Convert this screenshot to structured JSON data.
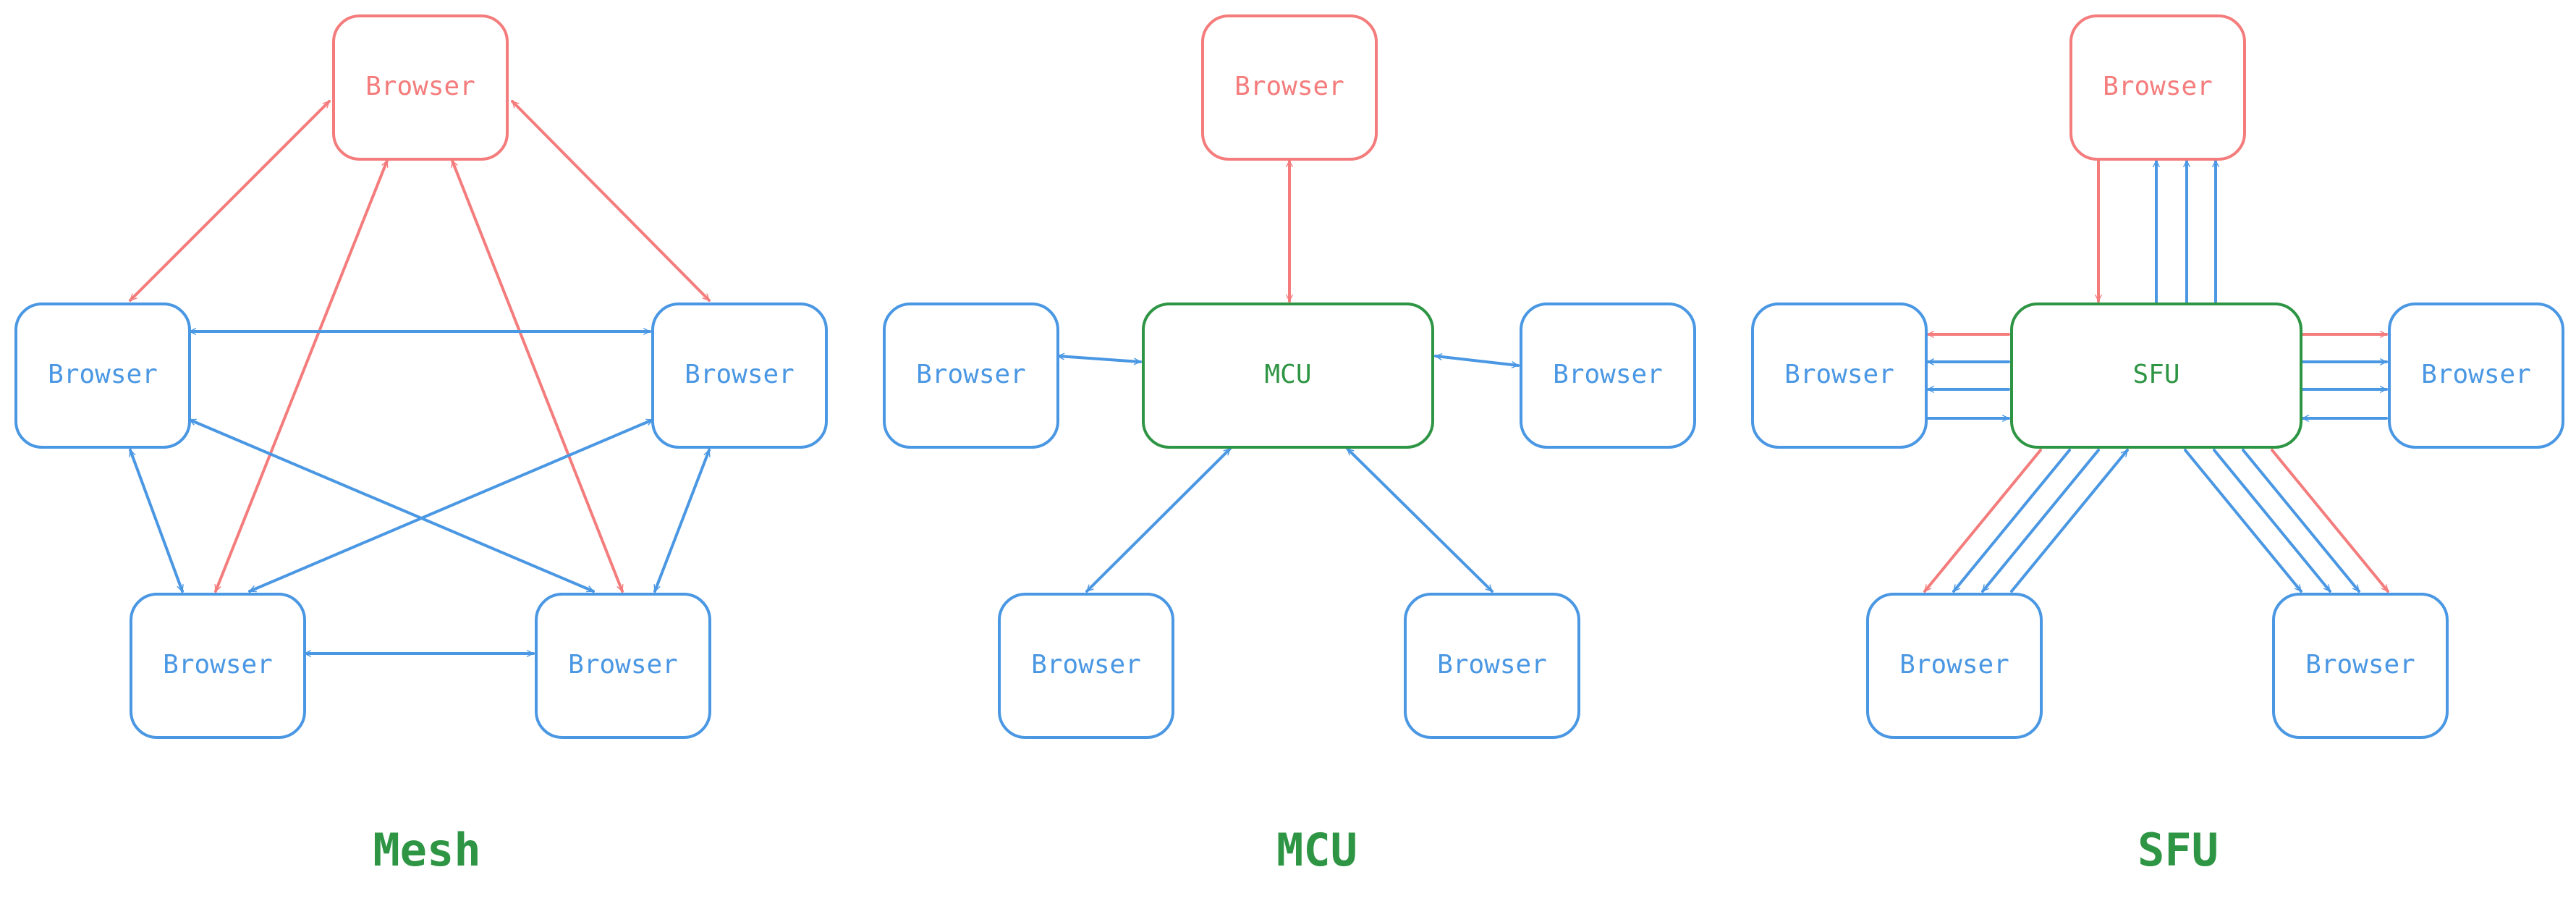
{
  "colors": {
    "red": "#f47c7c",
    "blue": "#4a97e3",
    "green": "#2e9544"
  },
  "diagrams": [
    {
      "title": "Mesh",
      "nodes": [
        {
          "id": "m_top",
          "label": "Browser",
          "color": "red"
        },
        {
          "id": "m_left",
          "label": "Browser",
          "color": "blue"
        },
        {
          "id": "m_right",
          "label": "Browser",
          "color": "blue"
        },
        {
          "id": "m_bl",
          "label": "Browser",
          "color": "blue"
        },
        {
          "id": "m_br",
          "label": "Browser",
          "color": "blue"
        }
      ]
    },
    {
      "title": "MCU",
      "nodes": [
        {
          "id": "c_top",
          "label": "Browser",
          "color": "red"
        },
        {
          "id": "c_center",
          "label": "MCU",
          "color": "green"
        },
        {
          "id": "c_left",
          "label": "Browser",
          "color": "blue"
        },
        {
          "id": "c_right",
          "label": "Browser",
          "color": "blue"
        },
        {
          "id": "c_bl",
          "label": "Browser",
          "color": "blue"
        },
        {
          "id": "c_br",
          "label": "Browser",
          "color": "blue"
        }
      ]
    },
    {
      "title": "SFU",
      "nodes": [
        {
          "id": "s_top",
          "label": "Browser",
          "color": "red"
        },
        {
          "id": "s_center",
          "label": "SFU",
          "color": "green"
        },
        {
          "id": "s_left",
          "label": "Browser",
          "color": "blue"
        },
        {
          "id": "s_right",
          "label": "Browser",
          "color": "blue"
        },
        {
          "id": "s_bl",
          "label": "Browser",
          "color": "blue"
        },
        {
          "id": "s_br",
          "label": "Browser",
          "color": "blue"
        }
      ]
    }
  ]
}
